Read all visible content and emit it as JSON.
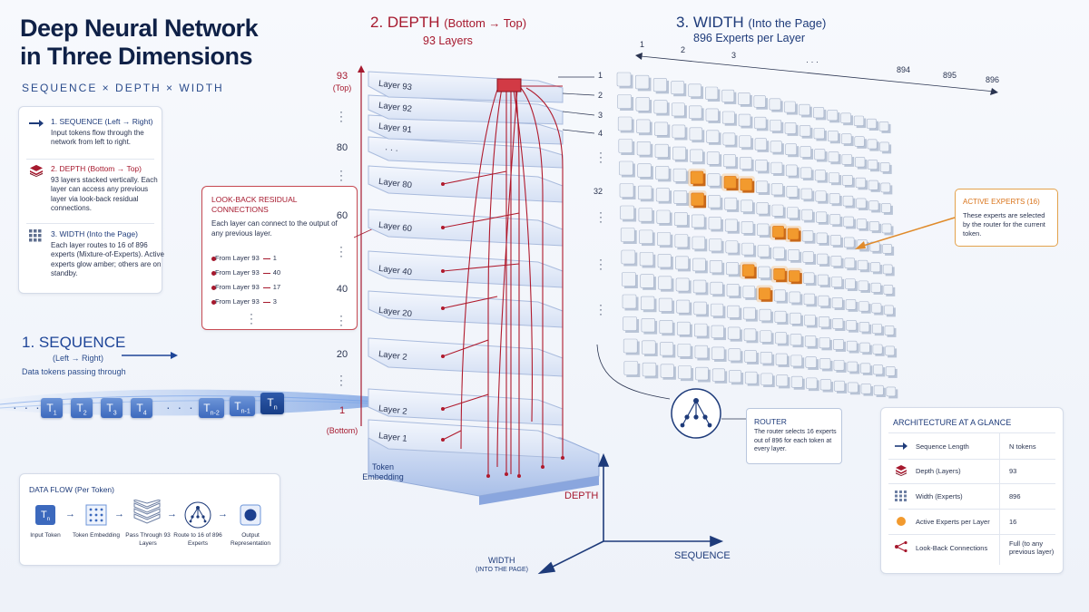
{
  "header": {
    "title_line1": "Deep Neural Network",
    "title_line2": "in Three Dimensions",
    "subtitle": "SEQUENCE × DEPTH × WIDTH"
  },
  "legend": {
    "sequence_head": "1. SEQUENCE (Left → Right)",
    "sequence_desc": "Input tokens flow through the network from left to right.",
    "depth_head": "2. DEPTH (Bottom → Top)",
    "depth_desc": "93 layers stacked vertically. Each layer can access any previous layer via look-back residual connections.",
    "width_head": "3. WIDTH (Into the Page)",
    "width_desc": "Each layer routes to 16 of 896 experts (Mixture-of-Experts). Active experts glow amber; others are on standby."
  },
  "sequence": {
    "title": "1. SEQUENCE",
    "sub": "(Left → Right)",
    "desc": "Data tokens passing through",
    "tokens": [
      "T1",
      "T2",
      "T3",
      "T4",
      "Tn-2",
      "Tn-1",
      "Tn"
    ],
    "ellipsis": "· · ·"
  },
  "lookback": {
    "title": "LOOK-BACK RESIDUAL CONNECTIONS",
    "desc": "Each layer can connect to the output of any previous layer.",
    "items": [
      "From Layer 93",
      "From Layer 93",
      "From Layer 93",
      "From Layer 93"
    ],
    "targets": [
      "1",
      "40",
      "17",
      "3"
    ]
  },
  "depth": {
    "title": "2. DEPTH",
    "title_paren": "(Bottom → Top)",
    "sub": "93 Layers",
    "axis_top": "93",
    "axis_top_note": "(Top)",
    "axis_bottom": "1",
    "axis_bottom_note": "(Bottom)",
    "ticks": [
      "80",
      "60",
      "40",
      "20"
    ],
    "layers": [
      "Layer 93",
      "Layer 92",
      "Layer 91",
      "· · ·",
      "Layer 80",
      "Layer 60",
      "Layer 40",
      "Layer 20",
      "Layer 2",
      "Layer 2",
      "Layer 1"
    ],
    "embedding_label": "Token Embedding"
  },
  "width": {
    "title": "3. WIDTH",
    "title_paren": "(Into the Page)",
    "sub": "896 Experts per Layer",
    "col_numbers": [
      "1",
      "2",
      "3",
      "· · ·",
      "894",
      "895",
      "896"
    ],
    "row_numbers": [
      "1",
      "2",
      "3",
      "4",
      "32"
    ]
  },
  "active_experts": {
    "title": "ACTIVE EXPERTS (16)",
    "desc": "These experts are selected by the router for the current token.",
    "count": 16
  },
  "router": {
    "title": "ROUTER",
    "desc": "The router selects 16 experts out of 896 for each token at every layer."
  },
  "axes": {
    "depth": "DEPTH",
    "width": "WIDTH",
    "width_note": "(INTO THE PAGE)",
    "sequence": "SEQUENCE"
  },
  "data_flow": {
    "title": "DATA FLOW (Per Token)",
    "steps": [
      "Input Token",
      "Token Embedding",
      "Pass Through 93 Layers",
      "Route to 16 of 896 Experts",
      "Output Representation"
    ],
    "token_glyph": "Tn"
  },
  "architecture": {
    "title": "ARCHITECTURE AT A GLANCE",
    "rows": [
      {
        "name": "Sequence Length",
        "value": "N tokens",
        "icon": "arrow-right-icon"
      },
      {
        "name": "Depth (Layers)",
        "value": "93",
        "icon": "layers-icon"
      },
      {
        "name": "Width (Experts)",
        "value": "896",
        "icon": "grid-icon"
      },
      {
        "name": "Active Experts per Layer",
        "value": "16",
        "icon": "amber-dot-icon"
      },
      {
        "name": "Look-Back Connections",
        "value": "Full (to any previous layer)",
        "icon": "connections-icon"
      }
    ]
  },
  "colors": {
    "navy": "#1e3b7a",
    "crimson": "#a6192e",
    "amber": "#f29a2e",
    "token_blue": "#3c69bd"
  }
}
